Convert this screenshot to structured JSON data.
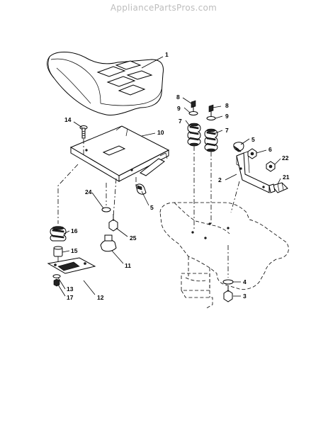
{
  "watermark": "AppliancePartsPros.com",
  "callouts": {
    "c1": "1",
    "c2": "2",
    "c3": "3",
    "c4": "4",
    "c5a": "5",
    "c5b": "5",
    "c6": "6",
    "c7a": "7",
    "c7b": "7",
    "c8a": "8",
    "c8b": "8",
    "c9a": "9",
    "c9b": "9",
    "c10": "10",
    "c11": "11",
    "c12": "12",
    "c13": "13",
    "c14": "14",
    "c15": "15",
    "c16": "16",
    "c17": "17",
    "c21": "21",
    "c22": "22",
    "c24": "24",
    "c25": "25"
  }
}
